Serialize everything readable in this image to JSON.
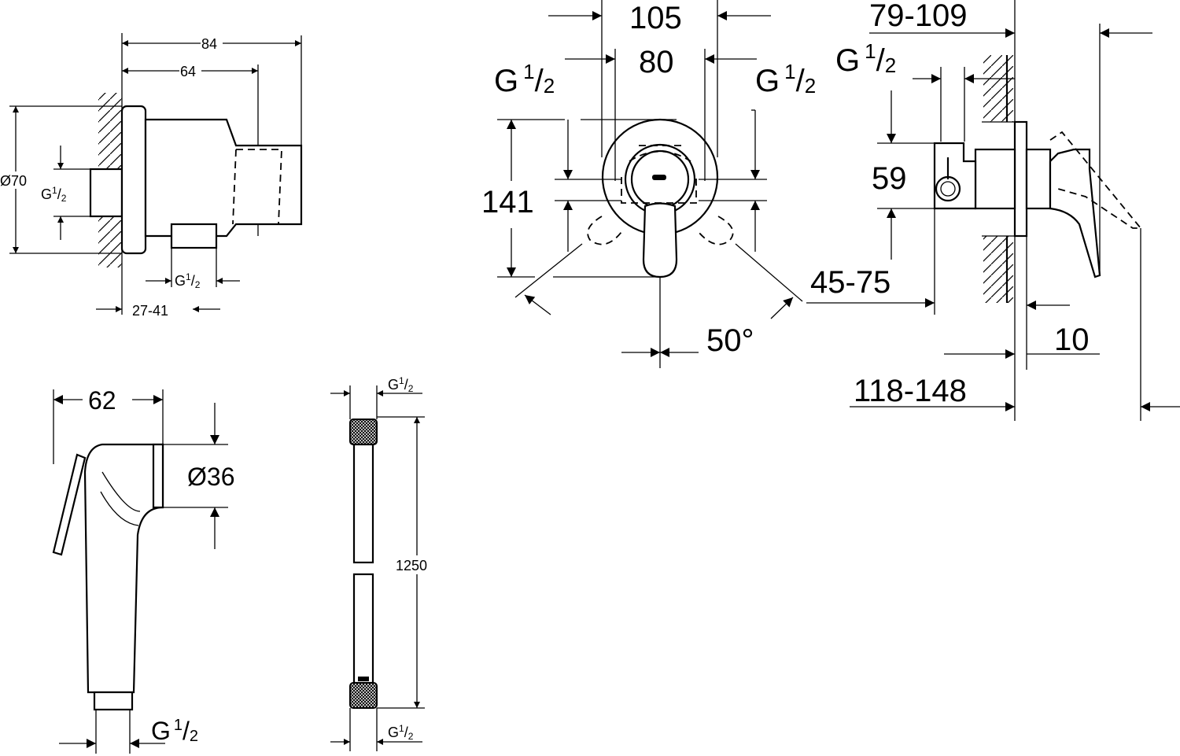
{
  "drawing": {
    "line_color": "#000000",
    "background": "#ffffff",
    "wall_bracket": {
      "width_total": "84",
      "width_body": "64",
      "diameter": "Ø70",
      "wall_offset": "27-41",
      "thread": {
        "g": "G",
        "num": "1",
        "slash": "/",
        "den": "2"
      }
    },
    "mixer_front": {
      "width_outer": "105",
      "width_inner": "80",
      "height": "141",
      "angle_right": "50°",
      "thread": {
        "g": "G",
        "num": "1",
        "slash": "/",
        "den": "2"
      }
    },
    "mixer_side": {
      "depth_range": "79-109",
      "height": "59",
      "install_range": "45-75",
      "flange": "10",
      "total_range": "118-148",
      "thread": {
        "g": "G",
        "num": "1",
        "slash": "/",
        "den": "2"
      }
    },
    "hand_shower": {
      "length": "62",
      "diameter": "Ø36",
      "thread": {
        "g": "G",
        "num": "1",
        "slash": "/",
        "den": "2"
      }
    },
    "hose": {
      "length": "1250",
      "thread": {
        "g": "G",
        "num": "1",
        "slash": "/",
        "den": "2"
      }
    }
  }
}
